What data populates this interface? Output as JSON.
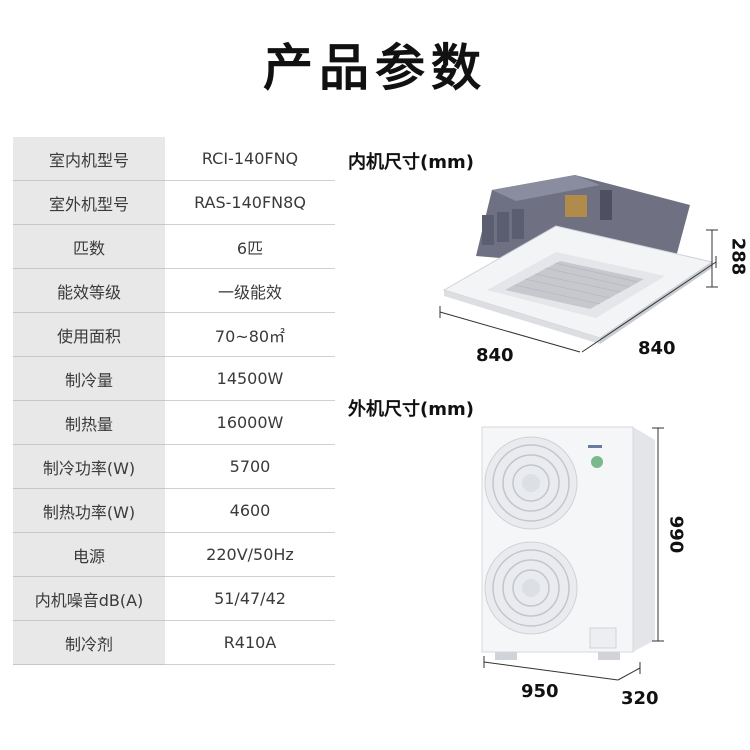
{
  "title": "产品参数",
  "specs": [
    {
      "label": "室内机型号",
      "value": "RCI-140FNQ"
    },
    {
      "label": "室外机型号",
      "value": "RAS-140FN8Q"
    },
    {
      "label": "匹数",
      "value": "6匹"
    },
    {
      "label": "能效等级",
      "value": "一级能效"
    },
    {
      "label": "使用面积",
      "value": "70~80㎡"
    },
    {
      "label": "制冷量",
      "value": "14500W"
    },
    {
      "label": "制热量",
      "value": "16000W"
    },
    {
      "label": "制冷功率(W)",
      "value": "5700"
    },
    {
      "label": "制热功率(W)",
      "value": "4600"
    },
    {
      "label": "电源",
      "value": "220V/50Hz"
    },
    {
      "label": "内机噪音dB(A)",
      "value": "51/47/42"
    },
    {
      "label": "制冷剂",
      "value": "R410A"
    }
  ],
  "indoor": {
    "heading": "内机尺寸(mm)",
    "width": "840",
    "depth": "840",
    "height": "288"
  },
  "outdoor": {
    "heading": "外机尺寸(mm)",
    "height": "990",
    "width": "950",
    "depth": "320"
  }
}
